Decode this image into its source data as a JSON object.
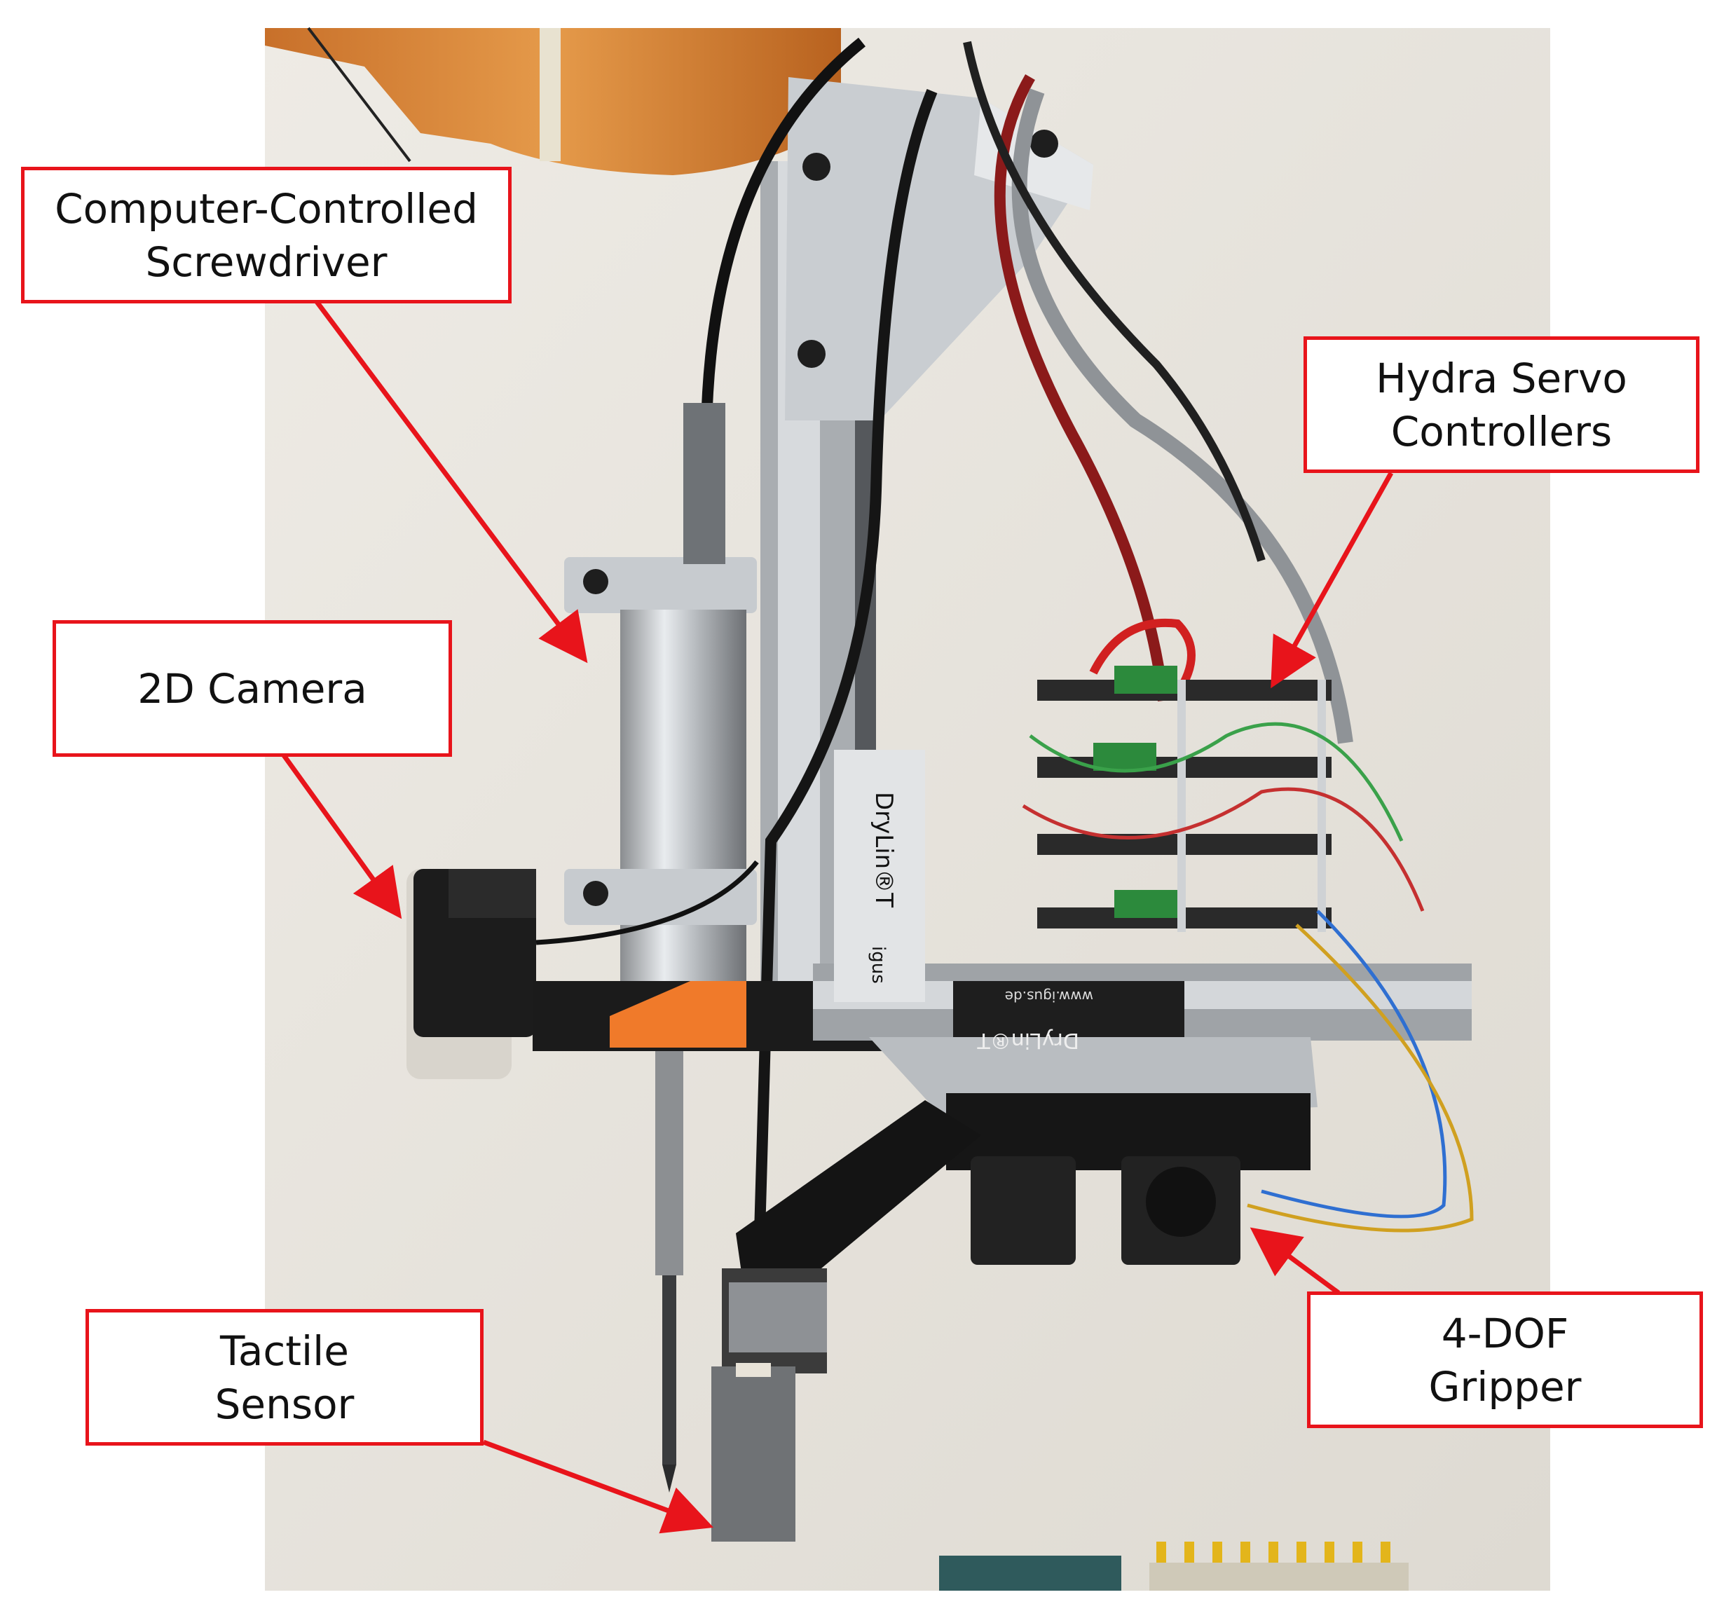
{
  "labels": {
    "screwdriver": {
      "line1": "Computer-Controlled",
      "line2": "Screwdriver"
    },
    "camera": {
      "line1": "2D Camera"
    },
    "servo": {
      "line1": "Hydra Servo",
      "line2": "Controllers"
    },
    "gripper": {
      "line1": "4-DOF",
      "line2": "Gripper"
    },
    "tactile": {
      "line1": "Tactile",
      "line2": "Sensor"
    }
  },
  "photo_text": {
    "rail_brand_1": "DryLin®T",
    "rail_brand_2": "DryLin®T",
    "igus": "igus",
    "website": "www.igus.de"
  },
  "colors": {
    "callout_border": "#e8141b",
    "arrow": "#e8141b",
    "wall": "#e9e6df",
    "orange_part": "#f07a2a"
  }
}
